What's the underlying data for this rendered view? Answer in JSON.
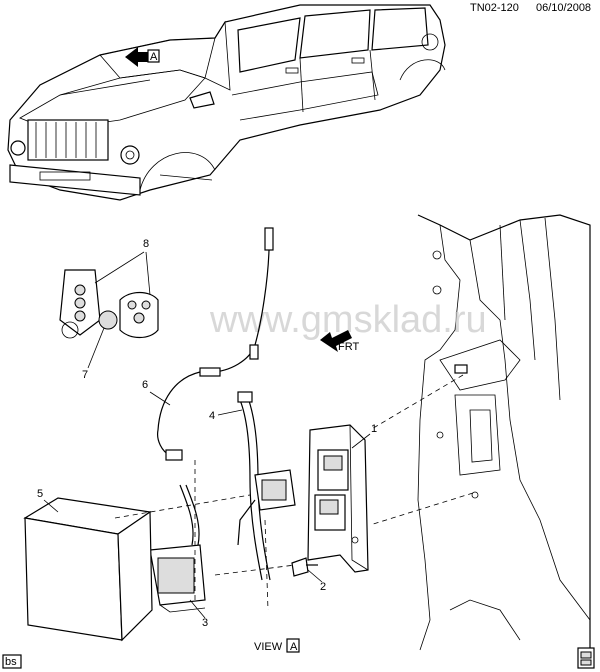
{
  "header": {
    "code": "TN02-120",
    "date": "06/10/2008"
  },
  "watermark": "www.gmsklad.ru",
  "view_marker": "A",
  "view_label": "VIEW",
  "view_letter": "A",
  "front_label": "FRT",
  "callouts": [
    "1",
    "2",
    "3",
    "4",
    "5",
    "6",
    "7",
    "8"
  ],
  "corner_tag": "bs"
}
